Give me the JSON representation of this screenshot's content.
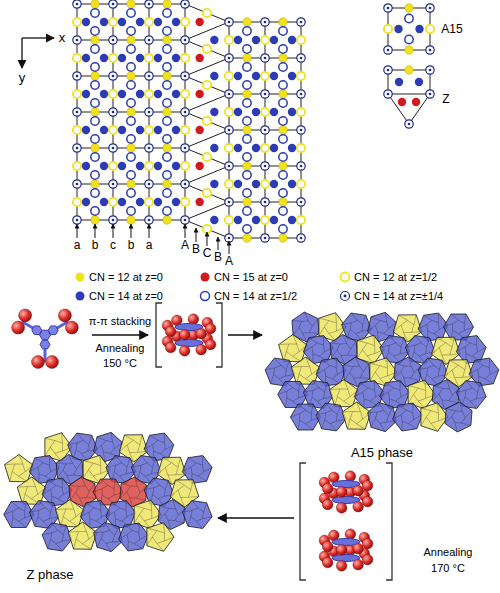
{
  "diagram": {
    "labels": [
      "x",
      "y",
      "A15",
      "Z",
      "a",
      "b",
      "c",
      "b",
      "a",
      "A",
      "B",
      "C",
      "B",
      "A",
      "π-π stacking",
      "Annealing",
      "150 °C",
      "A15 phase",
      "Annealing",
      "170 °C",
      "Z phase"
    ],
    "legend": [
      {
        "text": "CN = 12 at z=0",
        "color": "#f2e21c"
      },
      {
        "text": "CN = 15 at z=0",
        "color": "#d11a1f"
      },
      {
        "text": "CN = 12 at z=1/2"
      },
      {
        "text": "CN = 14 at z=0",
        "color": "#2b3cb4"
      },
      {
        "text": "CN = 14 at z=1/2"
      },
      {
        "text": "CN = 14 at z=±1/4"
      }
    ]
  }
}
